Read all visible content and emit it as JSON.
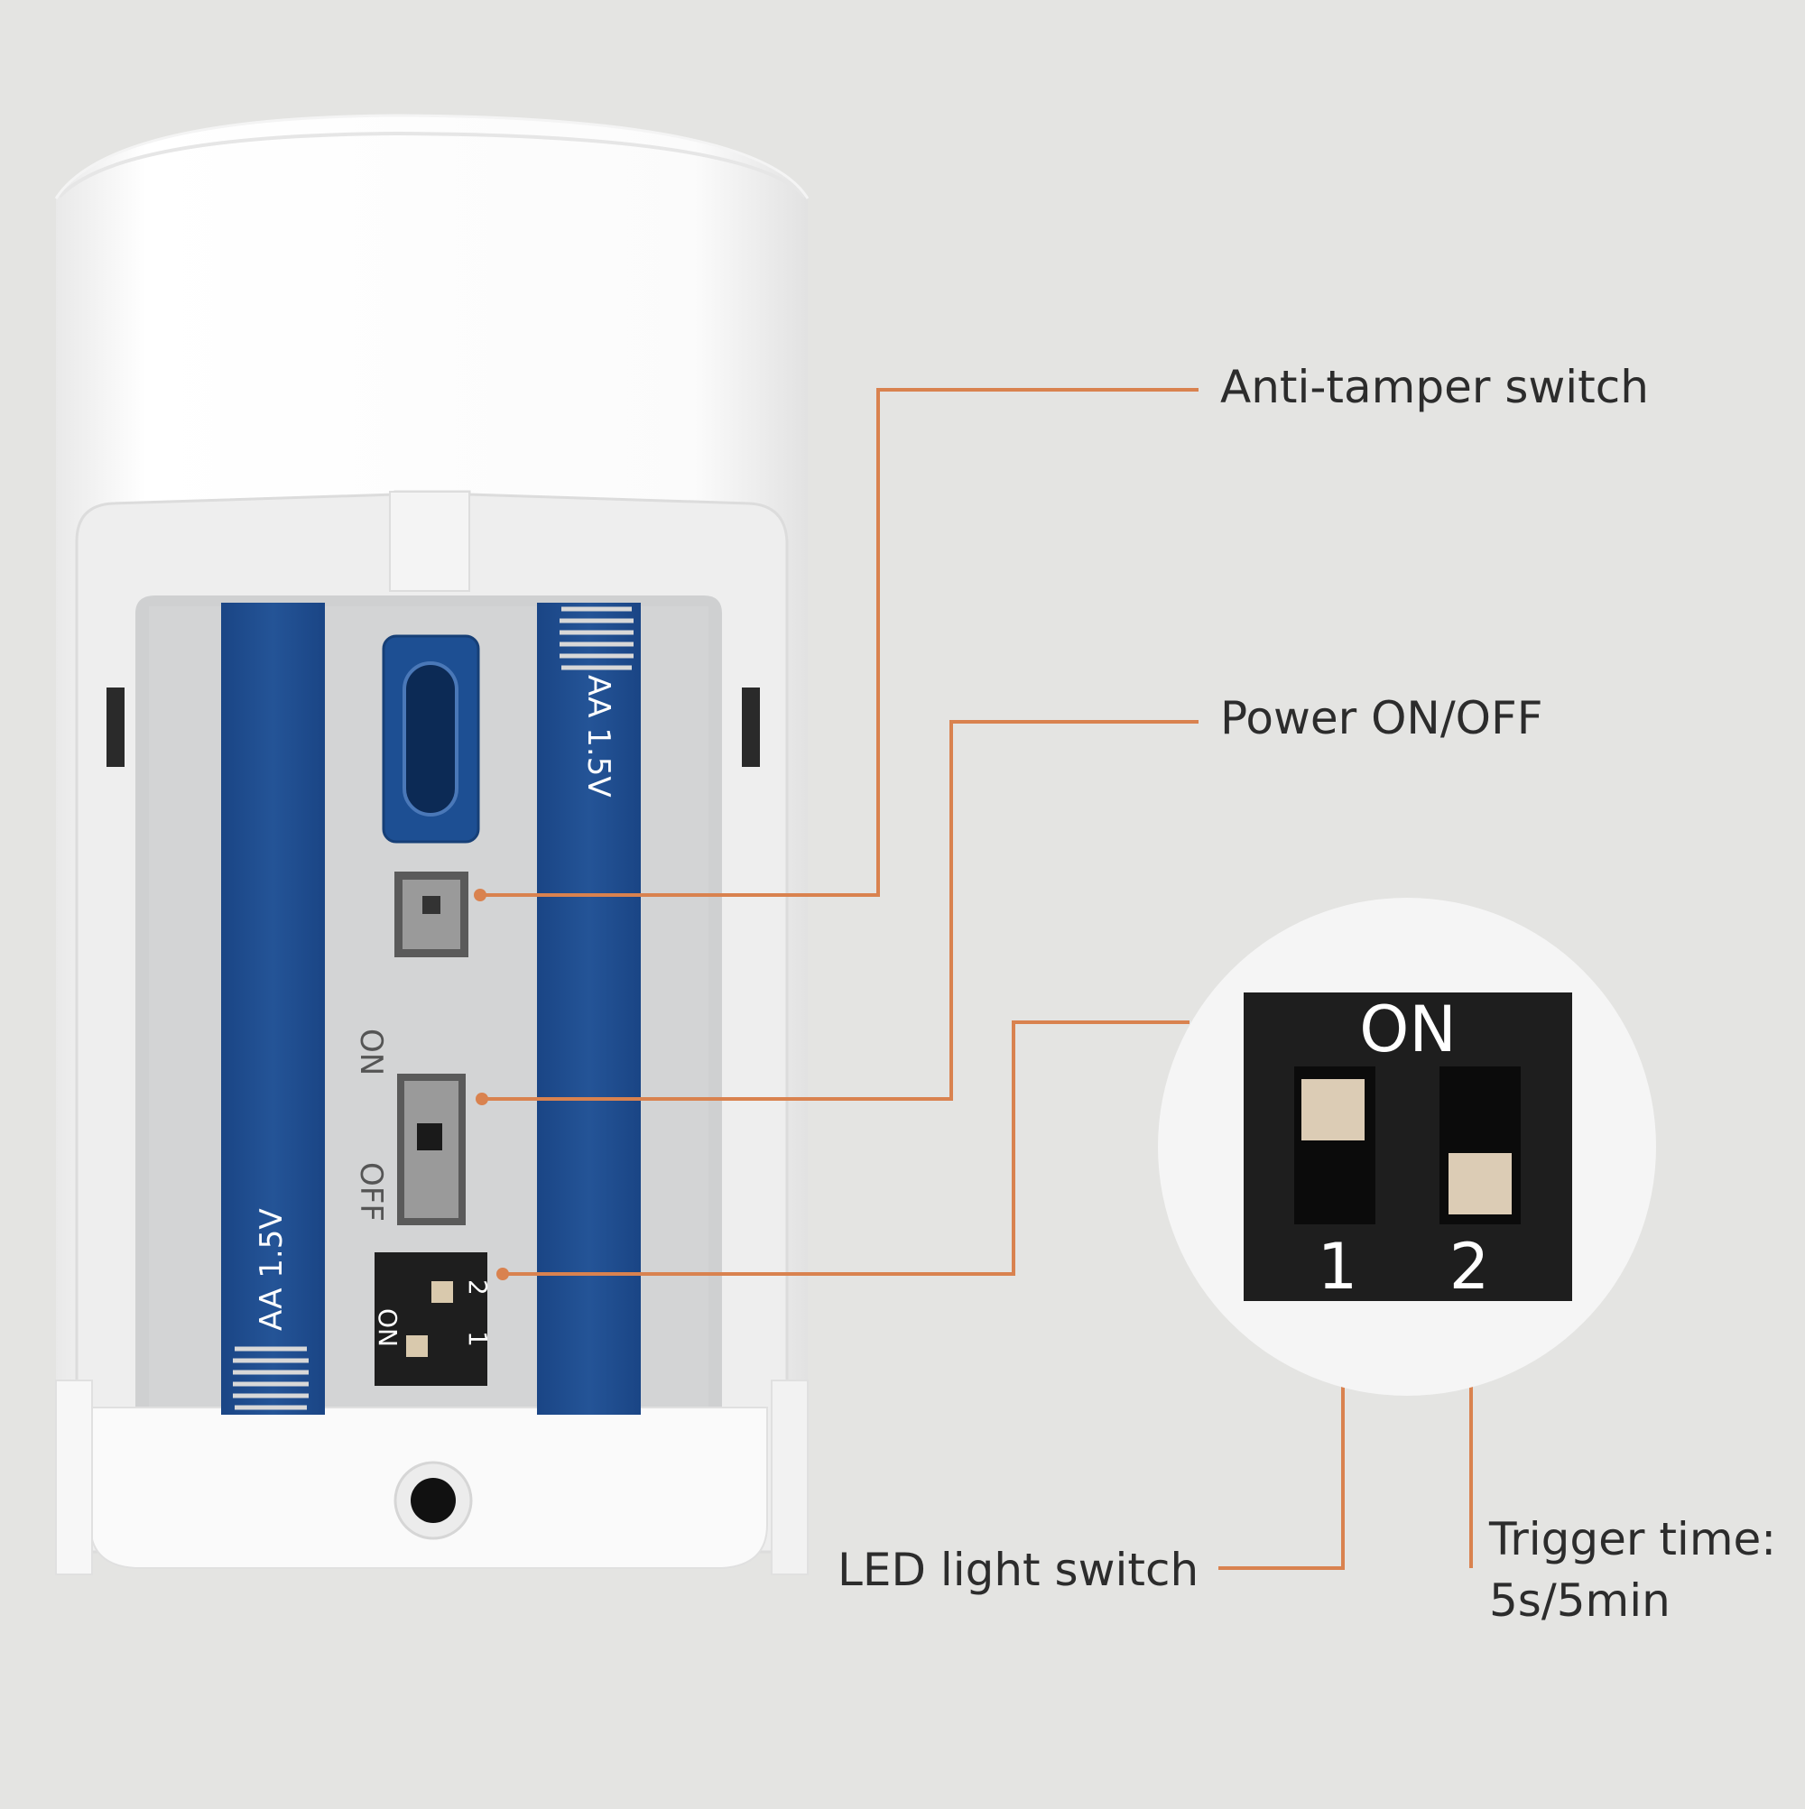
{
  "annotations": {
    "anti_tamper": "Anti-tamper switch",
    "power": "Power ON/OFF",
    "led": "LED light switch",
    "trigger_line1": "Trigger time:",
    "trigger_line2": "5s/5min"
  },
  "device": {
    "battery_left": "AA 1.5V",
    "battery_right": "AA 1.5V",
    "switch_on": "ON",
    "switch_off": "OFF",
    "dip_on": "ON",
    "dip_1": "1",
    "dip_2": "2"
  },
  "zoom": {
    "on": "ON",
    "label_1": "1",
    "label_2": "2",
    "switch_1_state": "on",
    "switch_2_state": "off"
  },
  "colors": {
    "background": "#e4e4e2",
    "leader": "#d9824f",
    "battery_blue": "#1f4f91",
    "dip_body": "#1e1e1e",
    "dip_knob": "#dcccb5"
  }
}
